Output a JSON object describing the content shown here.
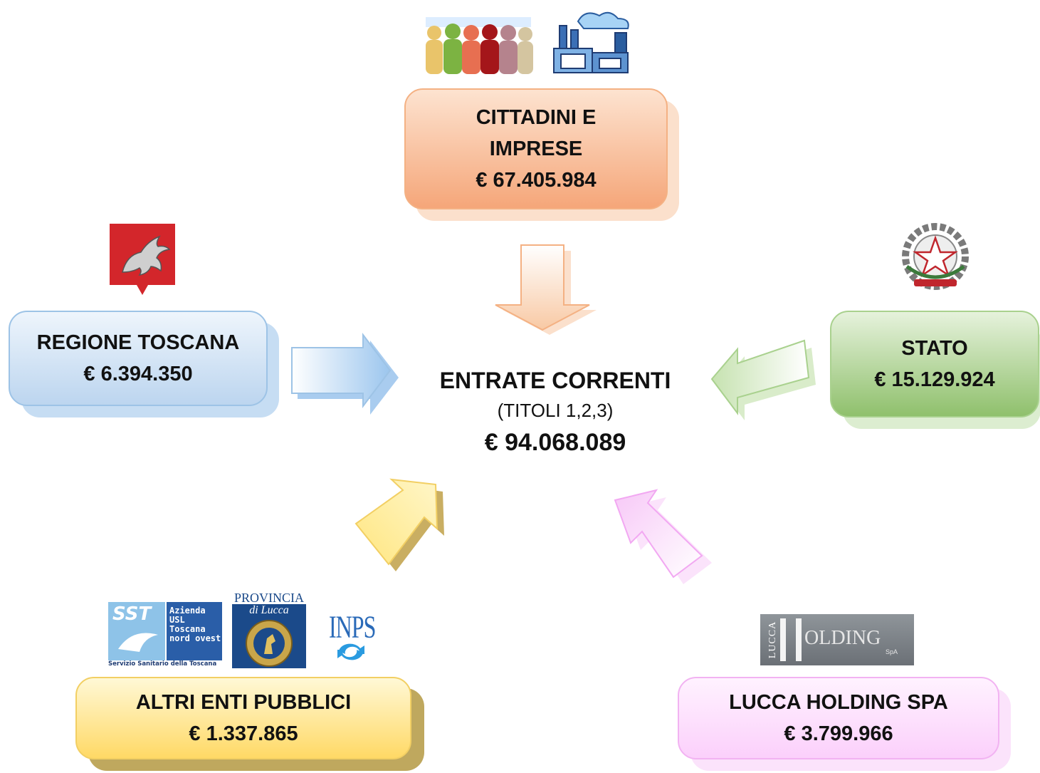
{
  "center": {
    "title": "ENTRATE CORRENTI",
    "subtitle": "(TITOLI 1,2,3)",
    "amount": "€ 94.068.089"
  },
  "sources": {
    "cittadini": {
      "line1": "CITTADINI E",
      "line2": "IMPRESE",
      "amount": "€ 67.405.984",
      "color": "#f6b48a"
    },
    "regione": {
      "label": "REGIONE TOSCANA",
      "amount": "€ 6.394.350",
      "color": "#bcd5ef"
    },
    "stato": {
      "label": "STATO",
      "amount": "€ 15.129.924",
      "color": "#a8d08d"
    },
    "altri": {
      "label": "ALTRI ENTI PUBBLICI",
      "amount": "€ 1.337.865",
      "color": "#ffe38a"
    },
    "lucca": {
      "label": "LUCCA HOLDING SPA",
      "amount": "€ 3.799.966",
      "color": "#fbd0fb"
    }
  },
  "logos": {
    "people": "people-crowd-icon",
    "factory": "factory-icon",
    "regione": "regione-toscana-pegasus-logo",
    "stato": "repubblica-italiana-emblem",
    "sst": "SST",
    "sst_text": [
      "Azienda",
      "USL",
      "Toscana",
      "nord ovest"
    ],
    "sst_caption": "Servizio Sanitario della Toscana",
    "provincia_1": "PROVINCIA",
    "provincia_2": "di Lucca",
    "inps": "INPS",
    "holding_left": "LUCCA",
    "holding_right": "OLDING",
    "holding_spa": "SpA"
  }
}
